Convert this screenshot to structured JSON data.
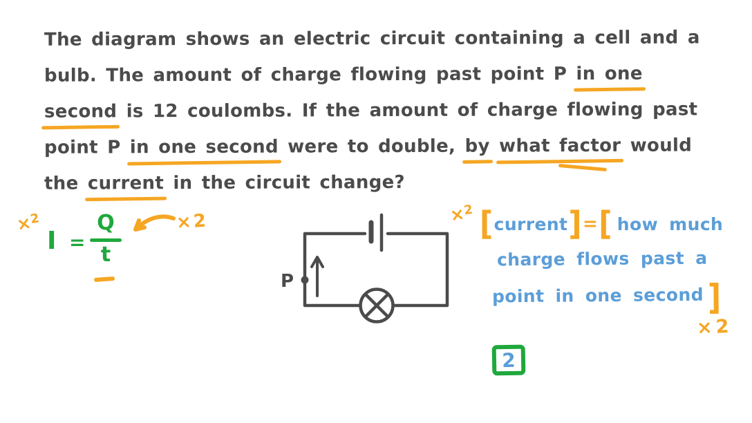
{
  "colors": {
    "ink": "#4b4b4b",
    "orange": "#f5a623",
    "green": "#1fa83c",
    "blue": "#5b9ed8"
  },
  "question": {
    "lines": [
      {
        "segments": [
          {
            "t": "The diagram shows an electric circuit containing a cell and a",
            "u": false
          }
        ]
      },
      {
        "segments": [
          {
            "t": "bulb. The amount of charge flowing past point P ",
            "u": false
          },
          {
            "t": "in one",
            "u": true
          }
        ]
      },
      {
        "segments": [
          {
            "t": "second",
            "u": true
          },
          {
            "t": " is 12 coulombs. If the amount of charge flowing past",
            "u": false
          }
        ]
      },
      {
        "segments": [
          {
            "t": "point P ",
            "u": false
          },
          {
            "t": "in one second",
            "u": true
          },
          {
            "t": " were to double, ",
            "u": false
          },
          {
            "t": "by",
            "u": true
          },
          {
            "t": " ",
            "u": false
          },
          {
            "t": "what factor",
            "u": true
          },
          {
            "t": " would",
            "u": false
          }
        ]
      },
      {
        "segments": [
          {
            "t": "the ",
            "u": false
          },
          {
            "t": "current",
            "u": true
          },
          {
            "t": " in the circuit change?",
            "u": false
          }
        ]
      }
    ]
  },
  "formula": {
    "lhs": "I",
    "equals": "=",
    "numerator": "Q",
    "denominator": "t",
    "multiplier_left": {
      "base": "×",
      "exp": "2"
    },
    "multiplier_right": "×2"
  },
  "circuit": {
    "point_label": "P"
  },
  "notes": {
    "multiplier_top": {
      "base": "×",
      "exp": "2"
    },
    "bracket_open": "[",
    "bracket_close": "]",
    "equals": "=",
    "term": "current",
    "definition_line1": "how much",
    "definition_line2": "charge flows past a",
    "definition_line3": "point in one second",
    "multiplier_bottom": "×2"
  },
  "answer": {
    "value": "2"
  }
}
